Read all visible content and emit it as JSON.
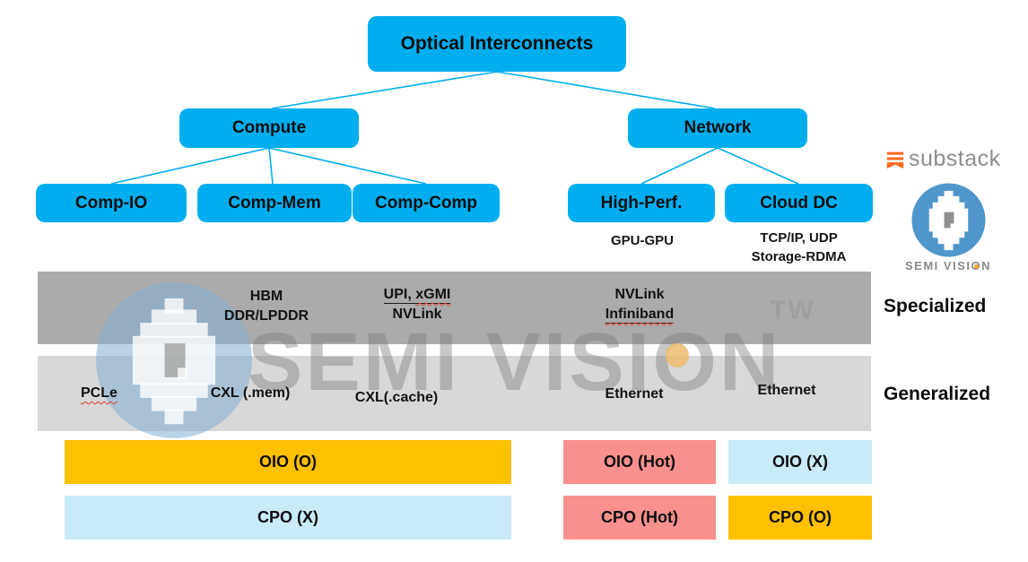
{
  "title_box": {
    "label": "Optical Interconnects"
  },
  "level2": {
    "compute": "Compute",
    "network": "Network"
  },
  "leaves": {
    "comp_io": "Comp-IO",
    "comp_mem": "Comp-Mem",
    "comp_comp": "Comp-Comp",
    "high_perf": "High-Perf.",
    "cloud_dc": "Cloud DC"
  },
  "sublabels": {
    "gpu": "GPU-GPU",
    "cloud_line1": "TCP/IP, UDP",
    "cloud_line2": "Storage-RDMA"
  },
  "rows": {
    "specialized": {
      "label": "Specialized",
      "comp_mem": {
        "line1": "HBM",
        "line2": "DDR/LPDDR"
      },
      "comp_comp": {
        "line1_prefix": "UPI, ",
        "line1_mark": "xGMI",
        "line2": "NVLink"
      },
      "high_perf": {
        "line1": "NVLink",
        "line2_mark": "Infiniband"
      }
    },
    "generalized": {
      "label": "Generalized",
      "comp_io_mark": "PCLe",
      "comp_mem": "CXL (.mem)",
      "comp_comp": "CXL(.cache)",
      "high_perf": "Ethernet",
      "cloud_dc": "Ethernet"
    }
  },
  "bars": {
    "oio_o": "OIO (O)",
    "cpo_x": "CPO (X)",
    "oio_hot": "OIO (Hot)",
    "oio_x": "OIO (X)",
    "cpo_hot": "CPO (Hot)",
    "cpo_o": "CPO (O)"
  },
  "branding": {
    "substack": "substack",
    "semi_vision_pre": "SEMI VISI",
    "semi_vision_o": "O",
    "semi_vision_post": "N"
  },
  "watermark": {
    "text": "SEMI VISION",
    "tw": "TW"
  },
  "colors": {
    "node_cyan": "#00AEEF",
    "band_dark": "#ABABAB",
    "band_light": "#D8D8D8",
    "bar_amber": "#FFC000",
    "bar_lightblue": "#C9EAF9",
    "bar_salmon": "#F8908E",
    "substack_orange": "#FF6719",
    "logo_blue": "#4E96CB",
    "squiggle_red": "#E03C31"
  }
}
